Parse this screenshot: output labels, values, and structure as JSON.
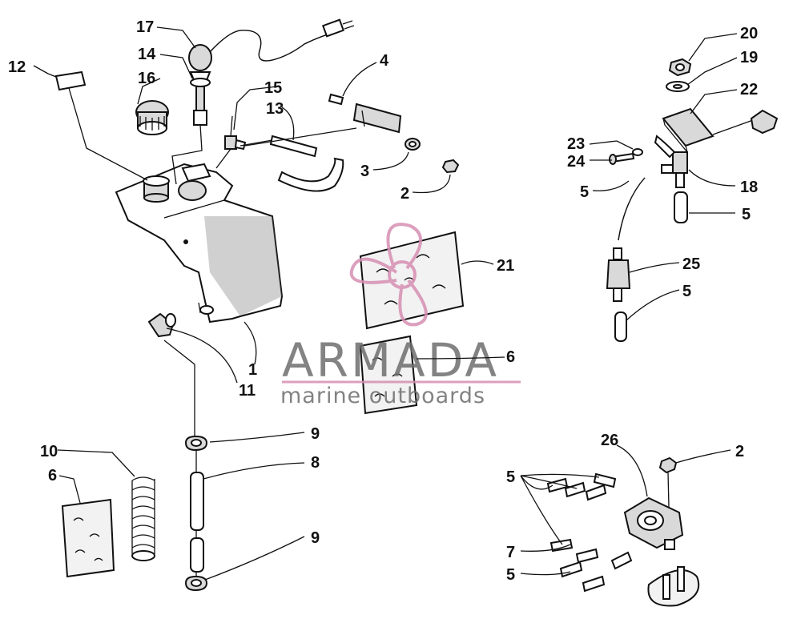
{
  "watermark": {
    "brand": "ARMADA",
    "tagline": "marine outboards",
    "accent_color": "#d68fb2",
    "text_color": "#6e6e6e"
  },
  "callouts": {
    "c1": "1",
    "c2a": "2",
    "c2b": "2",
    "c3": "3",
    "c4": "4",
    "c5a": "5",
    "c5b": "5",
    "c5c": "5",
    "c5d": "5",
    "c5e": "5",
    "c6a": "6",
    "c6b": "6",
    "c7": "7",
    "c8": "8",
    "c9a": "9",
    "c9b": "9",
    "c10": "10",
    "c11": "11",
    "c12": "12",
    "c13": "13",
    "c14": "14",
    "c15": "15",
    "c16": "16",
    "c17": "17",
    "c18": "18",
    "c19": "19",
    "c20": "20",
    "c21": "21",
    "c22": "22",
    "c23": "23",
    "c24": "24",
    "c25": "25",
    "c26": "26"
  }
}
